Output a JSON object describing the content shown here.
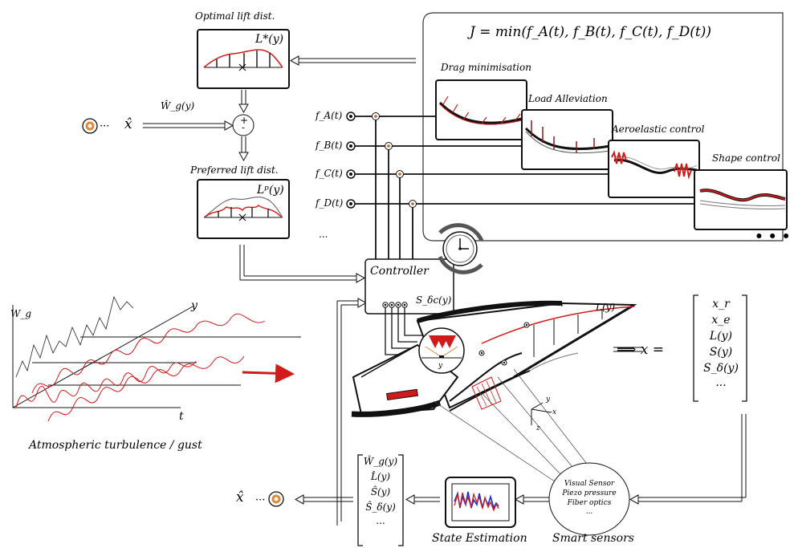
{
  "cost_function": "J = min(f_A(t), f_B(t), f_C(t), f_D(t))",
  "lift": {
    "optimal_title": "Optimal lift dist.",
    "optimal_symbol": "L*(y)",
    "preferred_title": "Preferred lift dist.",
    "preferred_symbol": "Lᵖ(y)",
    "gust_estimate": "Ŵ_g(y)",
    "sum_plus_top": "+",
    "sum_minus": "-",
    "state_hat": "x̂"
  },
  "objectives": {
    "drag": "Drag minimisation",
    "load": "Load Alleviation",
    "aero": "Aeroelastic control",
    "shape": "Shape control",
    "more": "• • •"
  },
  "inputs": [
    "f_A(t)",
    "f_B(t)",
    "f_C(t)",
    "f_D(t)",
    "..."
  ],
  "controller": {
    "label": "Controller",
    "output": "S_δc(y)"
  },
  "turbulence": {
    "w_axis": "W_g",
    "y_axis": "y",
    "t_axis": "t",
    "caption": "Atmospheric turbulence / gust"
  },
  "wing": {
    "lift_label": "L(y)",
    "axis_y": "y",
    "axis_x": "-x",
    "axis_z": "z",
    "inset_y": "y"
  },
  "state_vector": {
    "prefix": "⟹ x =",
    "entries": [
      "x_r",
      "x_e",
      "L(y)",
      "S(y)",
      "S_δ(y)",
      "..."
    ]
  },
  "sensors": {
    "items": [
      "Visual Sensor",
      "Piezo pressure",
      "Fiber optics",
      "..."
    ],
    "caption": "Smart sensors"
  },
  "estimation": {
    "caption": "State Estimation",
    "entries": [
      "Ŵ_g(y)",
      "L̂(y)",
      "Ŝ(y)",
      "Ŝ_δ(y)",
      "..."
    ],
    "output": "x̂"
  },
  "colors": {
    "red": "#d11a1a",
    "blue": "#1a2fd1",
    "black": "#111111"
  }
}
